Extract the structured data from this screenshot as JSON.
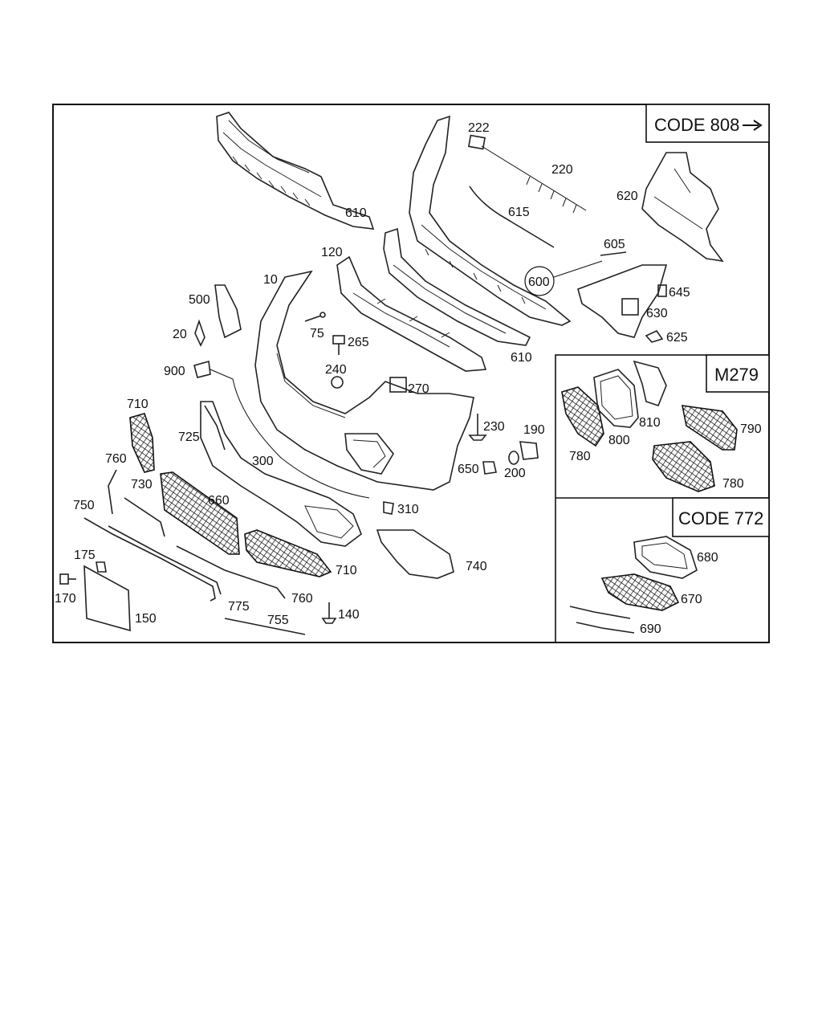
{
  "boxes": {
    "code808": "CODE 808",
    "m279": "M279",
    "code772": "CODE 772"
  },
  "icons": {
    "arrow": "arrow-right-icon"
  },
  "labels": {
    "l610a": "610",
    "l222": "222",
    "l220": "220",
    "l615": "615",
    "l620": "620",
    "l605": "605",
    "l120": "120",
    "l10": "10",
    "l600": "600",
    "l645": "645",
    "l630": "630",
    "l625": "625",
    "l500": "500",
    "l20": "20",
    "l75": "75",
    "l265": "265",
    "l610b": "610",
    "l900": "900",
    "l240": "240",
    "l270": "270",
    "l710a": "710",
    "l230": "230",
    "l190": "190",
    "l725": "725",
    "l300": "300",
    "l760a": "760",
    "l650": "650",
    "l200": "200",
    "l730": "730",
    "l660": "660",
    "l750": "750",
    "l310": "310",
    "l175": "175",
    "l710b": "710",
    "l740": "740",
    "l170": "170",
    "l760b": "760",
    "l775": "775",
    "l150": "150",
    "l140": "140",
    "l755": "755",
    "l810": "810",
    "l790": "790",
    "l800": "800",
    "l780a": "780",
    "l780b": "780",
    "l680": "680",
    "l670": "670",
    "l690": "690"
  }
}
